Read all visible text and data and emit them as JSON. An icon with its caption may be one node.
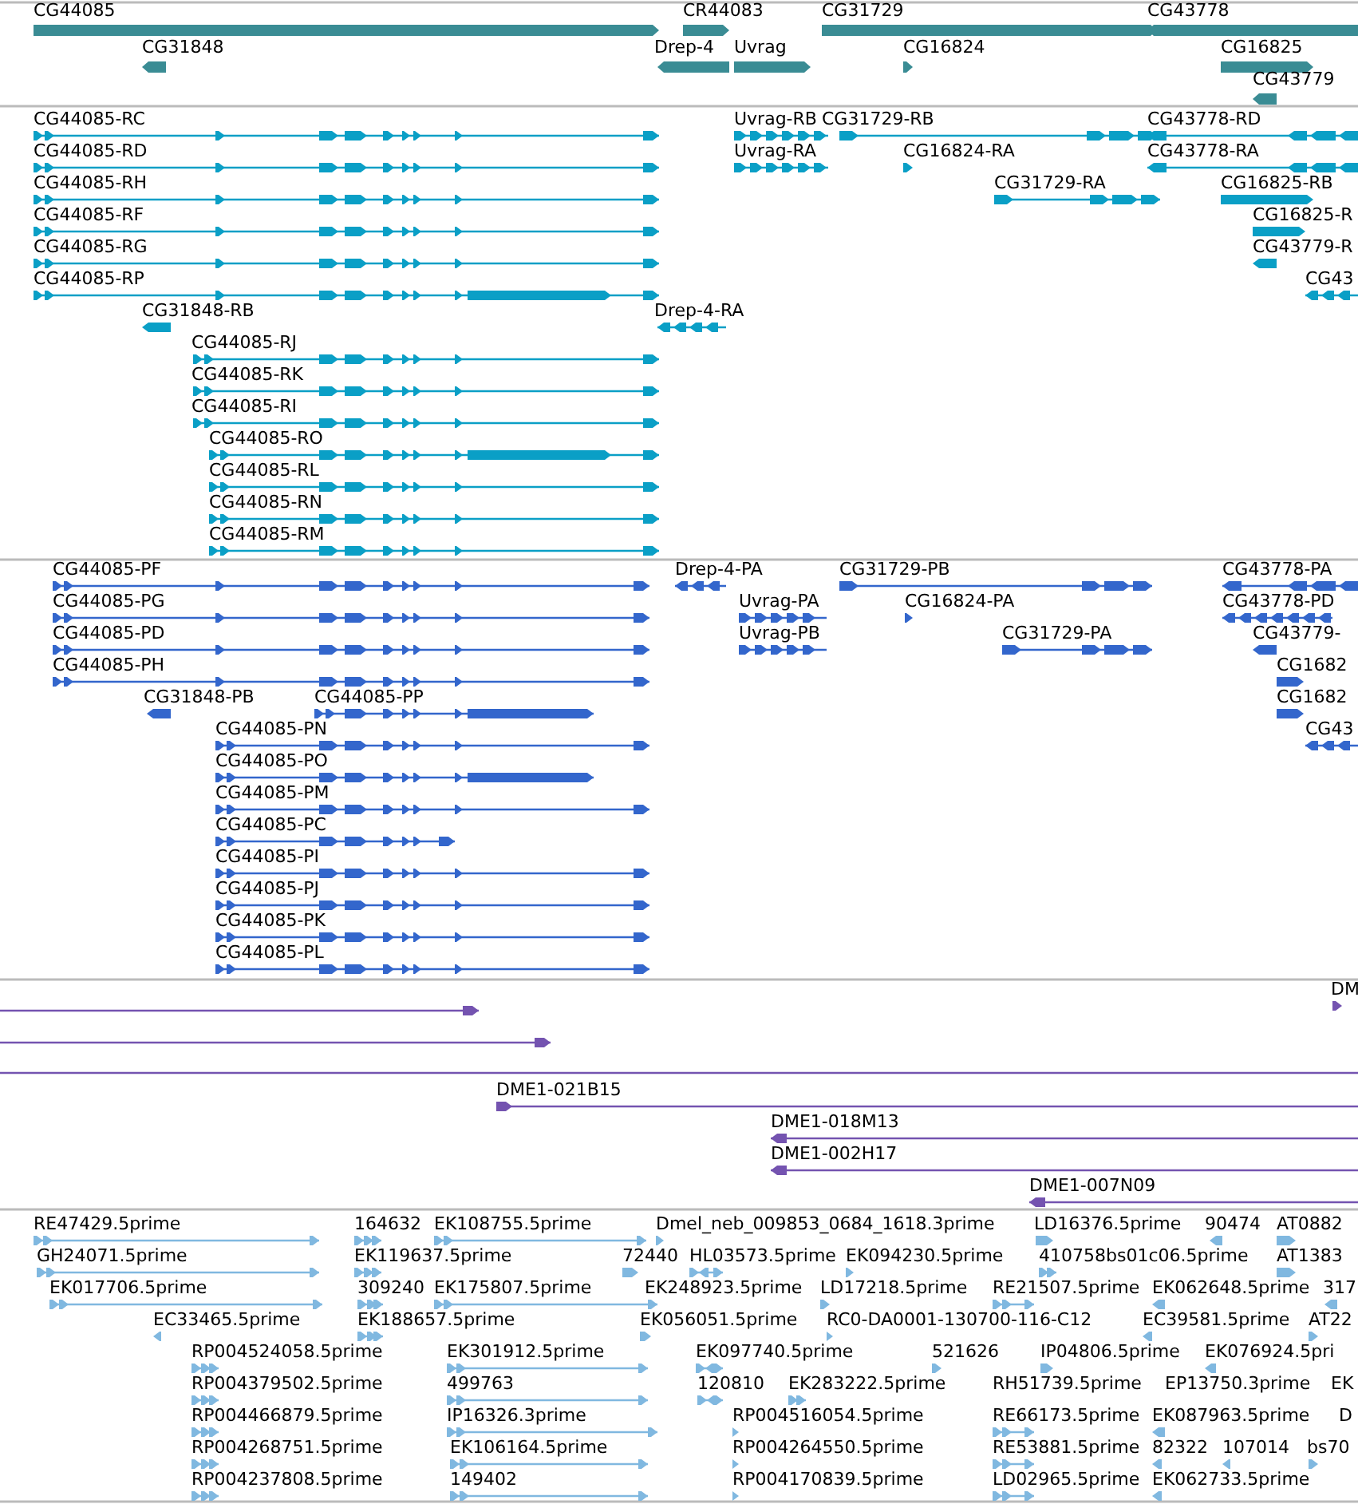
{
  "diagram": {
    "labels": [
      "CG44085",
      "CR44083",
      "CG31729",
      "CG43778",
      "CG31848",
      "Drep-4",
      "Uvrag",
      "CG16824",
      "CG16825",
      "CG43779",
      "CG44085-RC",
      "Uvrag-RB",
      "CG31729-RB",
      "CG43778-RD",
      "CG44085-RD",
      "Uvrag-RA",
      "CG16824-RA",
      "CG43778-RA",
      "CG44085-RH",
      "CG31729-RA",
      "CG16825-RB",
      "CG44085-RF",
      "CG16825-R",
      "CG44085-RG",
      "CG43779-R",
      "CG44085-RP",
      "CG43",
      "CG31848-RB",
      "Drep-4-RA",
      "CG44085-RJ",
      "CG44085-RK",
      "CG44085-RI",
      "CG44085-RO",
      "CG44085-RL",
      "CG44085-RN",
      "CG44085-RM",
      "CG44085-PF",
      "Drep-4-PA",
      "CG31729-PB",
      "CG43778-PA",
      "CG44085-PG",
      "Uvrag-PA",
      "CG16824-PA",
      "CG43778-PD",
      "CG44085-PD",
      "Uvrag-PB",
      "CG31729-PA",
      "CG43779-",
      "CG44085-PH",
      "CG1682",
      "CG31848-PB",
      "CG44085-PP",
      "CG1682",
      "CG44085-PN",
      "CG43",
      "CG44085-PO",
      "CG44085-PM",
      "CG44085-PC",
      "CG44085-PI",
      "CG44085-PJ",
      "CG44085-PK",
      "CG44085-PL",
      "DM",
      "DME1-021B15",
      "DME1-018M13",
      "DME1-002H17",
      "DME1-007N09",
      "RE47429.5prime",
      "164632",
      "EK108755.5prime",
      "Dmel_neb_009853_0684_1618.3prime",
      "LD16376.5prime",
      "90474",
      "AT0882",
      "GH24071.5prime",
      "EK119637.5prime",
      "72440",
      "HL03573.5prime",
      "EK094230.5prime",
      "410758bs01c06.5prime",
      "AT1383",
      "EK017706.5prime",
      "309240",
      "EK175807.5prime",
      "EK248923.5prime",
      "LD17218.5prime",
      "RE21507.5prime",
      "EK062648.5prime",
      "317",
      "EC33465.5prime",
      "EK188657.5prime",
      "EK056051.5prime",
      "RC0-DA0001-130700-116-C12",
      "EC39581.5prime",
      "AT22",
      "RP004524058.5prime",
      "EK301912.5prime",
      "EK097740.5prime",
      "521626",
      "IP04806.5prime",
      "EK076924.5pri",
      "RP004379502.5prime",
      "499763",
      "120810",
      "EK283222.5prime",
      "RH51739.5prime",
      "EP13750.3prime",
      "EK",
      "RP004466879.5prime",
      "IP16326.3prime",
      "RP004516054.5prime",
      "RE66173.5prime",
      "EK087963.5prime",
      "D",
      "RP004268751.5prime",
      "EK106164.5prime",
      "RP004264550.5prime",
      "RE53881.5prime",
      "82322",
      "107014",
      "bs70",
      "RP004237808.5prime",
      "149402",
      "RP004170839.5prime",
      "LD02965.5prime",
      "EK062733.5prime"
    ]
  }
}
